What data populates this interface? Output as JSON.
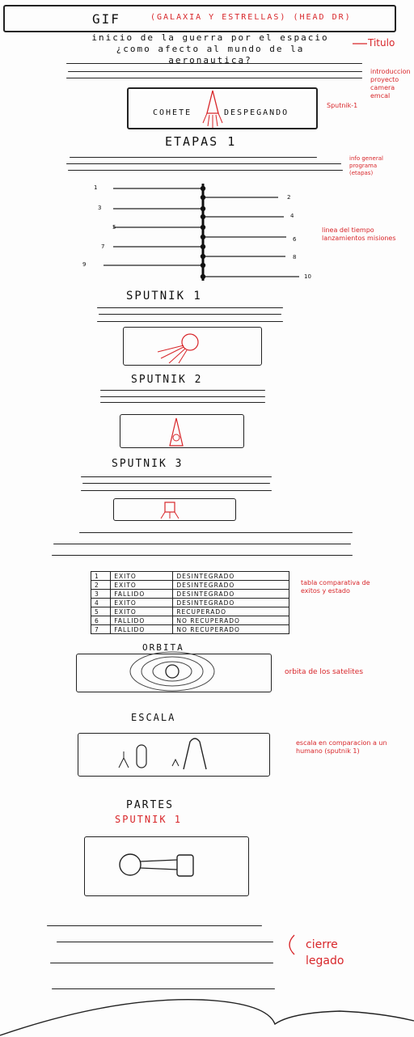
{
  "header": {
    "gif_label": "GIF",
    "gif_note": "(GALAXIA Y ESTRELLAS) (HEAD DR)"
  },
  "title": {
    "line1": "inicio de la guerra por el espacio",
    "line2": "¿como afecto al mundo de la aeronautica?",
    "annotation": "Titulo"
  },
  "intro": {
    "annotation": "introduccion proyecto camera emcal"
  },
  "hero": {
    "label_left": "COHETE",
    "label_right": "DESPEGANDO",
    "annotation": "Sputnik-1"
  },
  "stages": {
    "title": "ETAPAS 1",
    "annotation": "info general programa (etapas)"
  },
  "timeline": {
    "left_numbers": [
      "1",
      "3",
      "5",
      "7",
      "9"
    ],
    "right_numbers": [
      "2",
      "4",
      "6",
      "8",
      "10"
    ],
    "annotation": "linea del tiempo lanzamientos misiones"
  },
  "sputnik1": {
    "title": "SPUTNIK 1"
  },
  "sputnik2": {
    "title": "SPUTNIK 2"
  },
  "sputnik3": {
    "title": "SPUTNIK 3"
  },
  "table": {
    "rows": [
      [
        "1",
        "EXITO",
        "DESINTEGRADO"
      ],
      [
        "2",
        "EXITO",
        "DESINTEGRADO"
      ],
      [
        "3",
        "FALLIDO",
        "DESINTEGRADO"
      ],
      [
        "4",
        "EXITO",
        "DESINTEGRADO"
      ],
      [
        "5",
        "EXITO",
        "RECUPERADO"
      ],
      [
        "6",
        "FALLIDO",
        "NO RECUPERADO"
      ],
      [
        "7",
        "FALLIDO",
        "NO RECUPERADO"
      ]
    ],
    "annotation": "tabla comparativa de exitos y estado"
  },
  "orbit": {
    "title": "ORBITA",
    "annotation": "orbita de los satelites"
  },
  "scale": {
    "title": "ESCALA",
    "annotation": "escala en comparacion a un humano (sputnik 1)"
  },
  "parts": {
    "title": "PARTES",
    "subtitle": "SPUTNIK 1"
  },
  "closing": {
    "annotation": "cierre legado"
  }
}
